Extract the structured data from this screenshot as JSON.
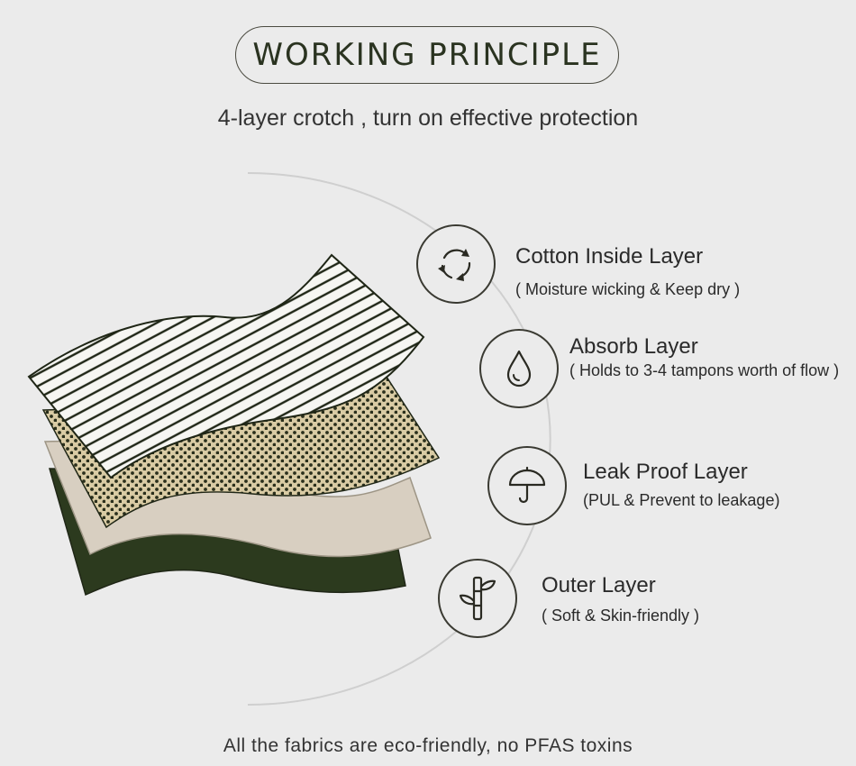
{
  "header": {
    "title": "WORKING PRINCIPLE",
    "subtitle": "4-layer crotch , turn on effective protection"
  },
  "layers": [
    {
      "name": "Cotton Inside Layer",
      "description": "( Moisture wicking & Keep dry )",
      "icon": "recycle-arrows-icon"
    },
    {
      "name": "Absorb Layer",
      "description": "( Holds to 3-4 tampons worth of flow )",
      "icon": "water-drop-icon"
    },
    {
      "name": "Leak Proof Layer",
      "description": "(PUL & Prevent to leakage)",
      "icon": "umbrella-icon"
    },
    {
      "name": "Outer Layer",
      "description": "( Soft & Skin-friendly )",
      "icon": "bamboo-icon"
    }
  ],
  "footer": {
    "note": "All the fabrics are eco-friendly, no PFAS toxins"
  },
  "colors": {
    "background": "#ebebeb",
    "dark_green": "#2c3a1e",
    "beige": "#d8cfc1",
    "dotted_tan": "#d9cba4",
    "stripe_white": "#f6f6f2",
    "outline": "#1f2616"
  }
}
